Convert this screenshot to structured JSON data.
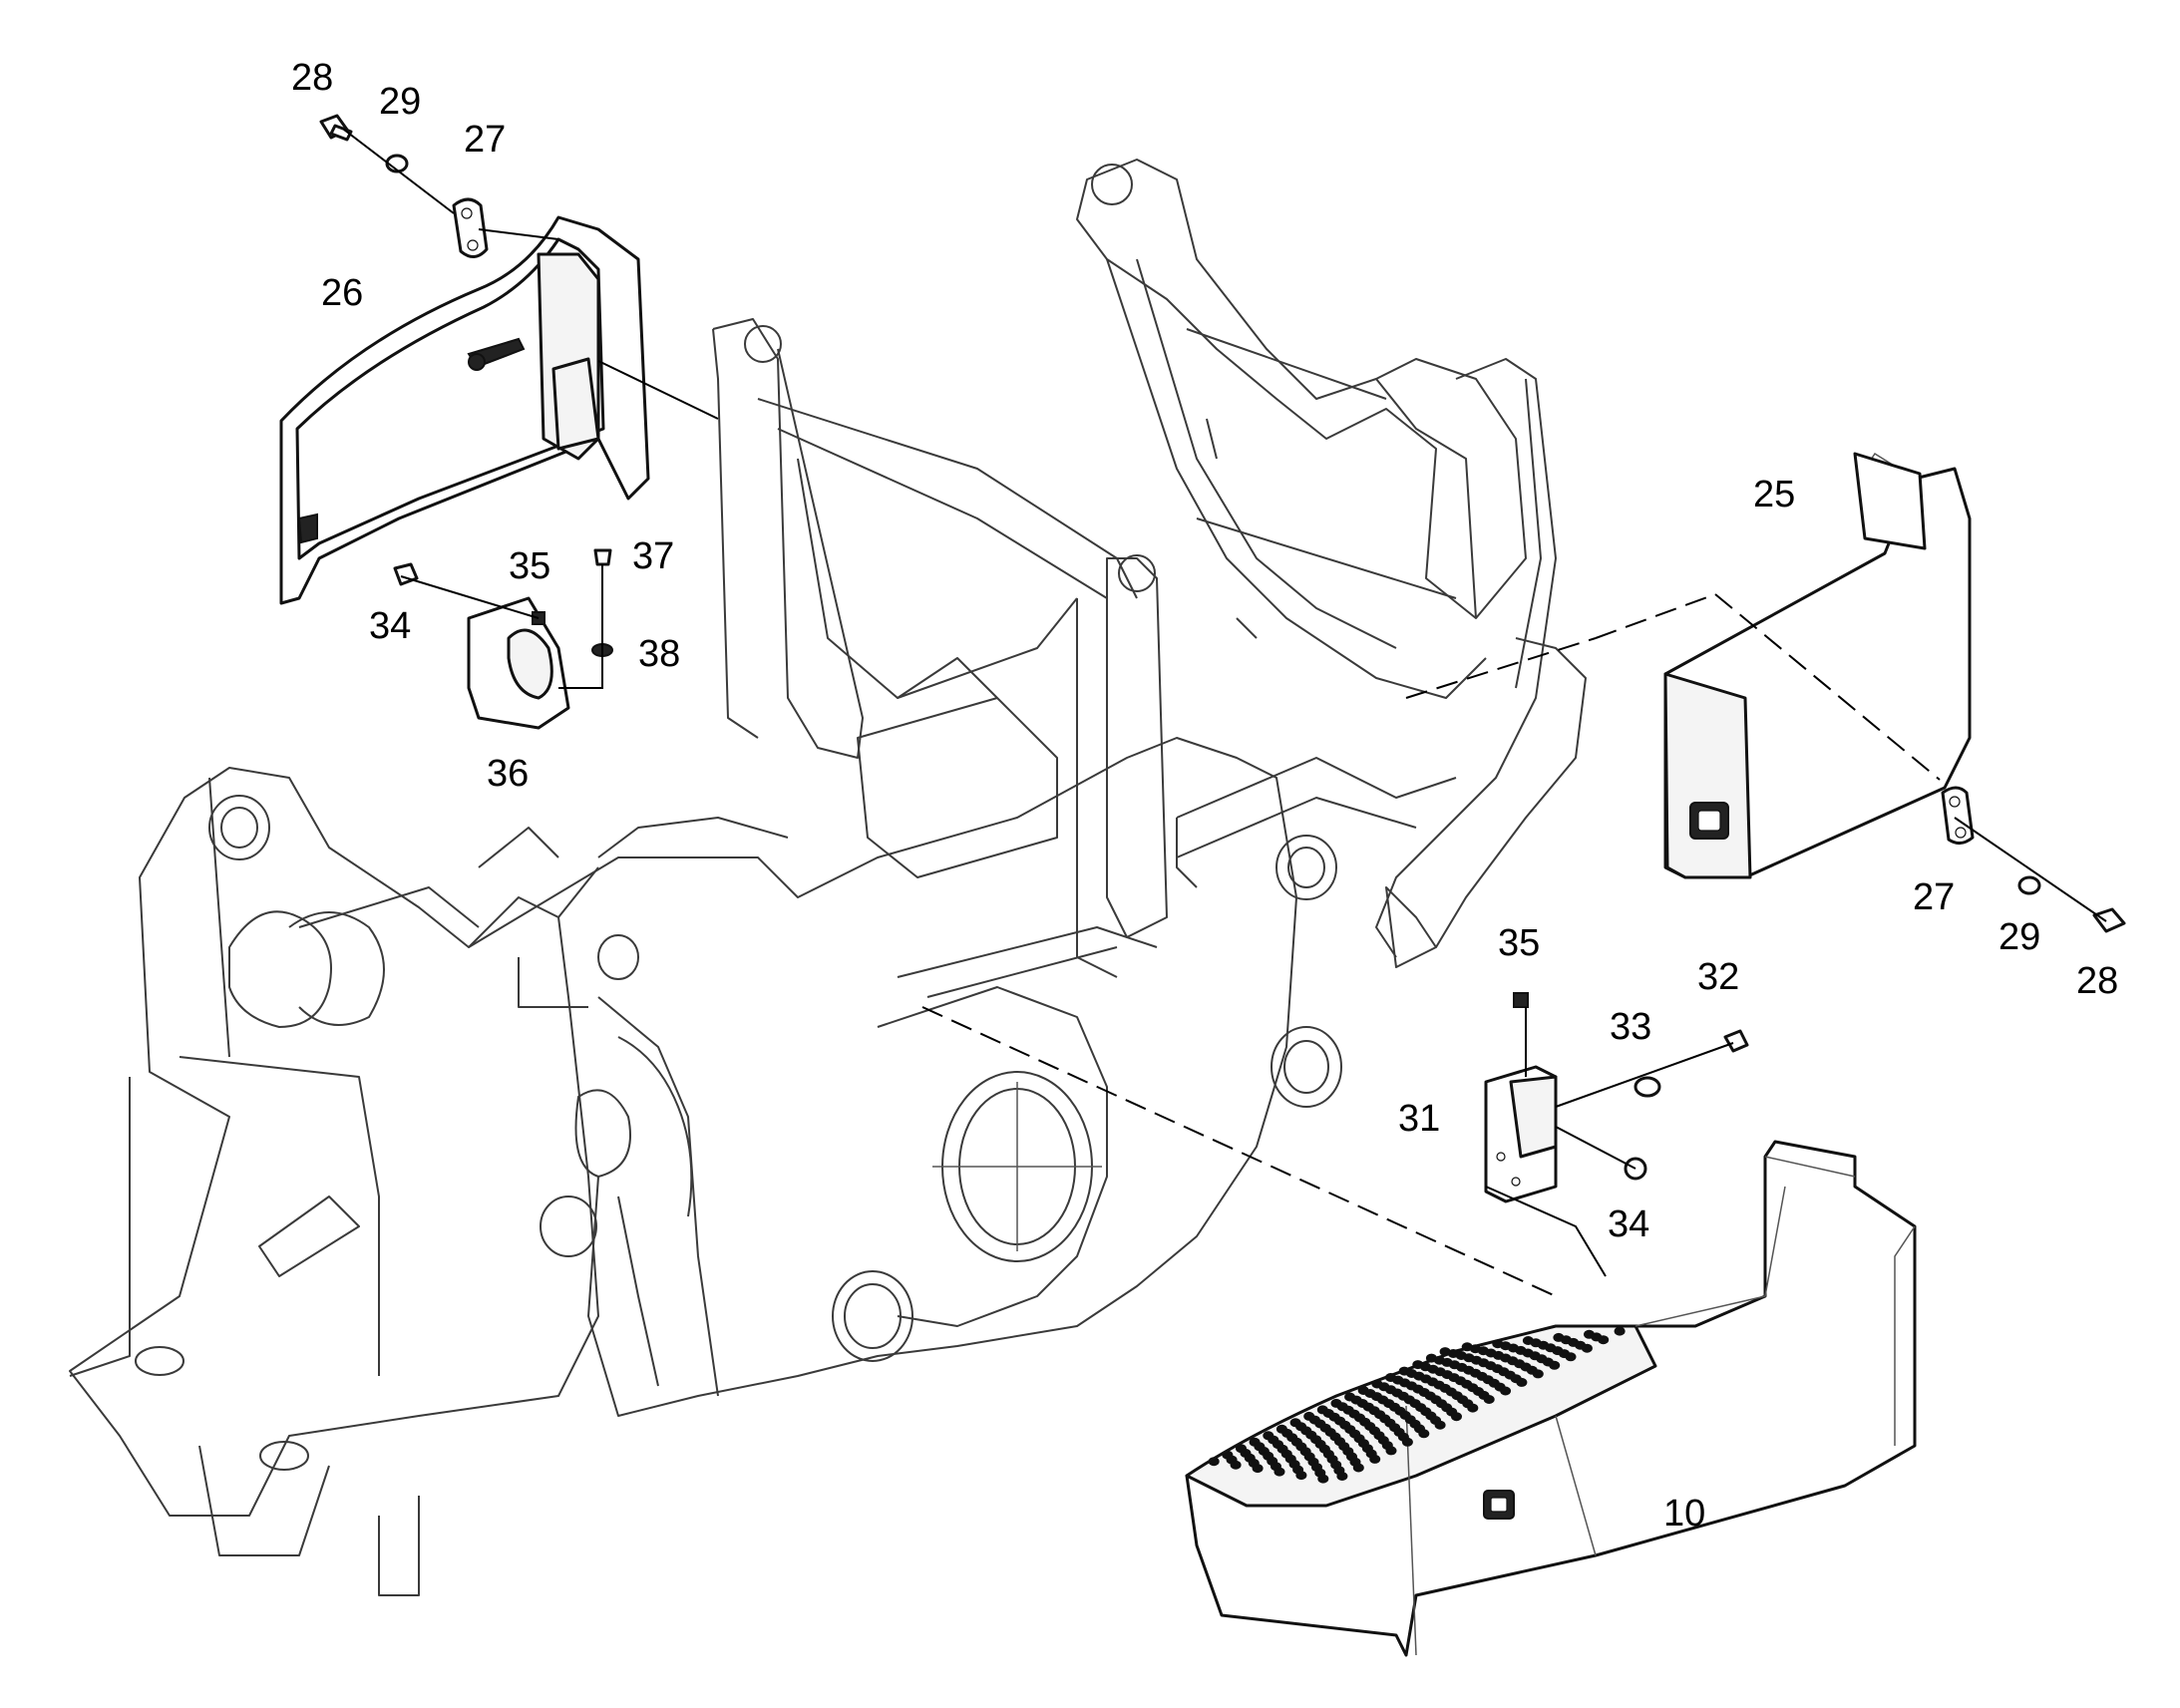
{
  "labels": {
    "p10": "10",
    "p25": "25",
    "p26": "26",
    "p27a": "27",
    "p27b": "27",
    "p28a": "28",
    "p28b": "28",
    "p29a": "29",
    "p29b": "29",
    "p31": "31",
    "p32": "32",
    "p33": "33",
    "p34a": "34",
    "p34b": "34",
    "p35a": "35",
    "p35b": "35",
    "p36": "36",
    "p37": "37",
    "p38": "38"
  },
  "colors": {
    "line": "#000000",
    "frame_line": "#3a3a3a",
    "background": "#ffffff"
  }
}
